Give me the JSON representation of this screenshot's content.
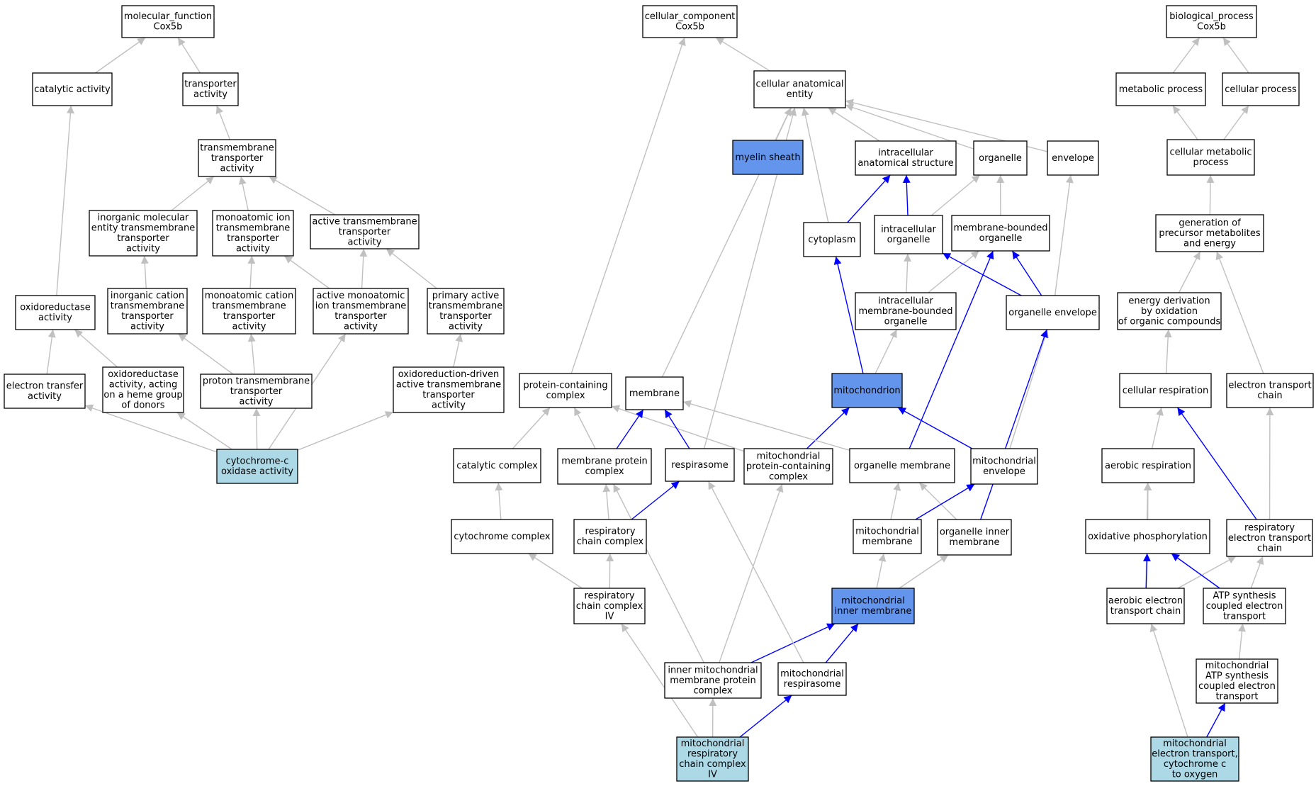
{
  "colors": {
    "node_default": "#ffffff",
    "node_highlight": "#6495ed",
    "node_annotated": "#add8e6",
    "edge_gray": "#c0c0c0",
    "edge_blue": "#0000ff",
    "border": "#000000"
  },
  "nodes": [
    {
      "id": "mf",
      "lines": [
        "molecular_function",
        "Cox5b"
      ],
      "fill": "default"
    },
    {
      "id": "cat_act",
      "lines": [
        "catalytic activity"
      ],
      "fill": "default"
    },
    {
      "id": "transp_act",
      "lines": [
        "transporter",
        "activity"
      ],
      "fill": "default"
    },
    {
      "id": "tm_transp",
      "lines": [
        "transmembrane",
        "transporter",
        "activity"
      ],
      "fill": "default"
    },
    {
      "id": "inorg_mol",
      "lines": [
        "inorganic molecular",
        "entity transmembrane",
        "transporter",
        "activity"
      ],
      "fill": "default"
    },
    {
      "id": "monoatomic_ion",
      "lines": [
        "monoatomic ion",
        "transmembrane",
        "transporter",
        "activity"
      ],
      "fill": "default"
    },
    {
      "id": "active_tm",
      "lines": [
        "active transmembrane",
        "transporter",
        "activity"
      ],
      "fill": "default"
    },
    {
      "id": "oxidored",
      "lines": [
        "oxidoreductase",
        "activity"
      ],
      "fill": "default"
    },
    {
      "id": "inorg_cation",
      "lines": [
        "inorganic cation",
        "transmembrane",
        "transporter",
        "activity"
      ],
      "fill": "default"
    },
    {
      "id": "mono_cation",
      "lines": [
        "monoatomic cation",
        "transmembrane",
        "transporter",
        "activity"
      ],
      "fill": "default"
    },
    {
      "id": "active_mono",
      "lines": [
        "active monoatomic",
        "ion transmembrane",
        "transporter",
        "activity"
      ],
      "fill": "default"
    },
    {
      "id": "primary_active",
      "lines": [
        "primary active",
        "transmembrane",
        "transporter",
        "activity"
      ],
      "fill": "default"
    },
    {
      "id": "e_transfer",
      "lines": [
        "electron transfer",
        "activity"
      ],
      "fill": "default"
    },
    {
      "id": "oxidored_heme",
      "lines": [
        "oxidoreductase",
        "activity, acting",
        "on a heme group",
        "of donors"
      ],
      "fill": "default"
    },
    {
      "id": "proton_tm",
      "lines": [
        "proton transmembrane",
        "transporter",
        "activity"
      ],
      "fill": "default"
    },
    {
      "id": "oxred_driven",
      "lines": [
        "oxidoreduction-driven",
        "active transmembrane",
        "transporter",
        "activity"
      ],
      "fill": "default"
    },
    {
      "id": "cyt_c_ox",
      "lines": [
        "cytochrome-c",
        "oxidase activity"
      ],
      "fill": "annotated"
    },
    {
      "id": "cc",
      "lines": [
        "cellular_component",
        "Cox5b"
      ],
      "fill": "default"
    },
    {
      "id": "cae",
      "lines": [
        "cellular anatomical",
        "entity"
      ],
      "fill": "default"
    },
    {
      "id": "myelin",
      "lines": [
        "myelin sheath"
      ],
      "fill": "highlight"
    },
    {
      "id": "ias",
      "lines": [
        "intracellular",
        "anatomical structure"
      ],
      "fill": "default"
    },
    {
      "id": "organelle",
      "lines": [
        "organelle"
      ],
      "fill": "default"
    },
    {
      "id": "envelope",
      "lines": [
        "envelope"
      ],
      "fill": "default"
    },
    {
      "id": "cytoplasm",
      "lines": [
        "cytoplasm"
      ],
      "fill": "default"
    },
    {
      "id": "ic_org",
      "lines": [
        "intracellular",
        "organelle"
      ],
      "fill": "default"
    },
    {
      "id": "mb_org",
      "lines": [
        "membrane-bounded",
        "organelle"
      ],
      "fill": "default"
    },
    {
      "id": "ic_mb_org",
      "lines": [
        "intracellular",
        "membrane-bounded",
        "organelle"
      ],
      "fill": "default"
    },
    {
      "id": "org_env",
      "lines": [
        "organelle envelope"
      ],
      "fill": "default"
    },
    {
      "id": "mito",
      "lines": [
        "mitochondrion"
      ],
      "fill": "highlight"
    },
    {
      "id": "pcc",
      "lines": [
        "protein-containing",
        "complex"
      ],
      "fill": "default"
    },
    {
      "id": "membrane",
      "lines": [
        "membrane"
      ],
      "fill": "default"
    },
    {
      "id": "cat_complex",
      "lines": [
        "catalytic complex"
      ],
      "fill": "default"
    },
    {
      "id": "mem_prot_cx",
      "lines": [
        "membrane protein",
        "complex"
      ],
      "fill": "default"
    },
    {
      "id": "respirasome",
      "lines": [
        "respirasome"
      ],
      "fill": "default"
    },
    {
      "id": "mito_pcc",
      "lines": [
        "mitochondrial",
        "protein-containing",
        "complex"
      ],
      "fill": "default"
    },
    {
      "id": "org_mem",
      "lines": [
        "organelle membrane"
      ],
      "fill": "default"
    },
    {
      "id": "mito_env",
      "lines": [
        "mitochondrial",
        "envelope"
      ],
      "fill": "default"
    },
    {
      "id": "cyt_cx",
      "lines": [
        "cytochrome complex"
      ],
      "fill": "default"
    },
    {
      "id": "resp_chain_cx",
      "lines": [
        "respiratory",
        "chain complex"
      ],
      "fill": "default"
    },
    {
      "id": "mito_mem",
      "lines": [
        "mitochondrial",
        "membrane"
      ],
      "fill": "default"
    },
    {
      "id": "org_inner_mem",
      "lines": [
        "organelle inner",
        "membrane"
      ],
      "fill": "default"
    },
    {
      "id": "rcc_iv",
      "lines": [
        "respiratory",
        "chain complex",
        "IV"
      ],
      "fill": "default"
    },
    {
      "id": "mito_inner_mem",
      "lines": [
        "mitochondrial",
        "inner membrane"
      ],
      "fill": "highlight"
    },
    {
      "id": "inner_mito_mpc",
      "lines": [
        "inner mitochondrial",
        "membrane protein",
        "complex"
      ],
      "fill": "default"
    },
    {
      "id": "mito_respirasome",
      "lines": [
        "mitochondrial",
        "respirasome"
      ],
      "fill": "default"
    },
    {
      "id": "mito_rcc_iv",
      "lines": [
        "mitochondrial",
        "respiratory",
        "chain complex",
        "IV"
      ],
      "fill": "annotated"
    },
    {
      "id": "bp",
      "lines": [
        "biological_process",
        "Cox5b"
      ],
      "fill": "default"
    },
    {
      "id": "metab",
      "lines": [
        "metabolic process"
      ],
      "fill": "default"
    },
    {
      "id": "cell_proc",
      "lines": [
        "cellular process"
      ],
      "fill": "default"
    },
    {
      "id": "cell_metab",
      "lines": [
        "cellular metabolic",
        "process"
      ],
      "fill": "default"
    },
    {
      "id": "gen_precursor",
      "lines": [
        "generation of",
        "precursor metabolites",
        "and energy"
      ],
      "fill": "default"
    },
    {
      "id": "energy_deriv",
      "lines": [
        "energy derivation",
        "by oxidation",
        "of organic compounds"
      ],
      "fill": "default"
    },
    {
      "id": "cell_resp",
      "lines": [
        "cellular respiration"
      ],
      "fill": "default"
    },
    {
      "id": "etc",
      "lines": [
        "electron transport",
        "chain"
      ],
      "fill": "default"
    },
    {
      "id": "aerobic_resp",
      "lines": [
        "aerobic respiration"
      ],
      "fill": "default"
    },
    {
      "id": "ox_phos",
      "lines": [
        "oxidative phosphorylation"
      ],
      "fill": "default"
    },
    {
      "id": "resp_etc",
      "lines": [
        "respiratory",
        "electron transport",
        "chain"
      ],
      "fill": "default"
    },
    {
      "id": "aerobic_etc",
      "lines": [
        "aerobic electron",
        "transport chain"
      ],
      "fill": "default"
    },
    {
      "id": "atp_coupled",
      "lines": [
        "ATP synthesis",
        "coupled electron",
        "transport"
      ],
      "fill": "default"
    },
    {
      "id": "mito_atp",
      "lines": [
        "mitochondrial",
        "ATP synthesis",
        "coupled electron",
        "transport"
      ],
      "fill": "default"
    },
    {
      "id": "mito_et_cytc",
      "lines": [
        "mitochondrial",
        "electron transport,",
        "cytochrome c",
        "to oxygen"
      ],
      "fill": "annotated"
    }
  ],
  "edges": [
    {
      "from": "cat_act",
      "to": "mf",
      "color": "gray"
    },
    {
      "from": "transp_act",
      "to": "mf",
      "color": "gray"
    },
    {
      "from": "tm_transp",
      "to": "transp_act",
      "color": "gray"
    },
    {
      "from": "inorg_mol",
      "to": "tm_transp",
      "color": "gray"
    },
    {
      "from": "monoatomic_ion",
      "to": "tm_transp",
      "color": "gray"
    },
    {
      "from": "active_tm",
      "to": "tm_transp",
      "color": "gray"
    },
    {
      "from": "oxidored",
      "to": "cat_act",
      "color": "gray"
    },
    {
      "from": "inorg_cation",
      "to": "inorg_mol",
      "color": "gray"
    },
    {
      "from": "mono_cation",
      "to": "monoatomic_ion",
      "color": "gray"
    },
    {
      "from": "active_mono",
      "to": "monoatomic_ion",
      "color": "gray"
    },
    {
      "from": "active_mono",
      "to": "active_tm",
      "color": "gray"
    },
    {
      "from": "primary_active",
      "to": "active_tm",
      "color": "gray"
    },
    {
      "from": "e_transfer",
      "to": "oxidored",
      "color": "gray"
    },
    {
      "from": "oxidored_heme",
      "to": "oxidored",
      "color": "gray"
    },
    {
      "from": "proton_tm",
      "to": "inorg_cation",
      "color": "gray"
    },
    {
      "from": "proton_tm",
      "to": "mono_cation",
      "color": "gray"
    },
    {
      "from": "oxred_driven",
      "to": "primary_active",
      "color": "gray"
    },
    {
      "from": "cyt_c_ox",
      "to": "e_transfer",
      "color": "gray"
    },
    {
      "from": "cyt_c_ox",
      "to": "oxidored_heme",
      "color": "gray"
    },
    {
      "from": "cyt_c_ox",
      "to": "proton_tm",
      "color": "gray"
    },
    {
      "from": "cyt_c_ox",
      "to": "active_mono",
      "color": "gray"
    },
    {
      "from": "cyt_c_ox",
      "to": "oxred_driven",
      "color": "gray"
    },
    {
      "from": "cae",
      "to": "cc",
      "color": "gray"
    },
    {
      "from": "pcc",
      "to": "cc",
      "color": "gray"
    },
    {
      "from": "myelin",
      "to": "cae",
      "color": "gray"
    },
    {
      "from": "ias",
      "to": "cae",
      "color": "gray"
    },
    {
      "from": "organelle",
      "to": "cae",
      "color": "gray"
    },
    {
      "from": "envelope",
      "to": "cae",
      "color": "gray"
    },
    {
      "from": "cytoplasm",
      "to": "cae",
      "color": "gray"
    },
    {
      "from": "membrane",
      "to": "cae",
      "color": "gray"
    },
    {
      "from": "respirasome",
      "to": "cae",
      "color": "gray"
    },
    {
      "from": "cytoplasm",
      "to": "ias",
      "color": "blue"
    },
    {
      "from": "ic_org",
      "to": "ias",
      "color": "blue"
    },
    {
      "from": "ic_org",
      "to": "organelle",
      "color": "gray"
    },
    {
      "from": "mb_org",
      "to": "organelle",
      "color": "gray"
    },
    {
      "from": "org_env",
      "to": "envelope",
      "color": "gray"
    },
    {
      "from": "ic_mb_org",
      "to": "ic_org",
      "color": "gray"
    },
    {
      "from": "ic_mb_org",
      "to": "mb_org",
      "color": "gray"
    },
    {
      "from": "org_env",
      "to": "ic_org",
      "color": "blue"
    },
    {
      "from": "org_env",
      "to": "mb_org",
      "color": "blue"
    },
    {
      "from": "mito",
      "to": "cytoplasm",
      "color": "blue"
    },
    {
      "from": "mito",
      "to": "ic_mb_org",
      "color": "gray"
    },
    {
      "from": "org_mem",
      "to": "mb_org",
      "color": "blue"
    },
    {
      "from": "mito_env",
      "to": "org_env",
      "color": "gray"
    },
    {
      "from": "org_inner_mem",
      "to": "org_env",
      "color": "blue"
    },
    {
      "from": "mito_pcc",
      "to": "mito",
      "color": "blue"
    },
    {
      "from": "mito_env",
      "to": "mito",
      "color": "blue"
    },
    {
      "from": "cat_complex",
      "to": "pcc",
      "color": "gray"
    },
    {
      "from": "mem_prot_cx",
      "to": "pcc",
      "color": "gray"
    },
    {
      "from": "mito_pcc",
      "to": "pcc",
      "color": "gray"
    },
    {
      "from": "mem_prot_cx",
      "to": "membrane",
      "color": "blue"
    },
    {
      "from": "respirasome",
      "to": "membrane",
      "color": "blue"
    },
    {
      "from": "org_mem",
      "to": "membrane",
      "color": "gray"
    },
    {
      "from": "cyt_cx",
      "to": "cat_complex",
      "color": "gray"
    },
    {
      "from": "resp_chain_cx",
      "to": "mem_prot_cx",
      "color": "gray"
    },
    {
      "from": "resp_chain_cx",
      "to": "respirasome",
      "color": "blue"
    },
    {
      "from": "mito_mem",
      "to": "org_mem",
      "color": "gray"
    },
    {
      "from": "org_inner_mem",
      "to": "org_mem",
      "color": "gray"
    },
    {
      "from": "mito_mem",
      "to": "mito_env",
      "color": "blue"
    },
    {
      "from": "rcc_iv",
      "to": "cyt_cx",
      "color": "gray"
    },
    {
      "from": "rcc_iv",
      "to": "resp_chain_cx",
      "color": "gray"
    },
    {
      "from": "mito_inner_mem",
      "to": "mito_mem",
      "color": "gray"
    },
    {
      "from": "mito_inner_mem",
      "to": "org_inner_mem",
      "color": "gray"
    },
    {
      "from": "inner_mito_mpc",
      "to": "mito_inner_mem",
      "color": "blue"
    },
    {
      "from": "mito_respirasome",
      "to": "mito_inner_mem",
      "color": "blue"
    },
    {
      "from": "inner_mito_mpc",
      "to": "mem_prot_cx",
      "color": "gray"
    },
    {
      "from": "inner_mito_mpc",
      "to": "mito_pcc",
      "color": "gray"
    },
    {
      "from": "mito_respirasome",
      "to": "respirasome",
      "color": "gray"
    },
    {
      "from": "mito_rcc_iv",
      "to": "rcc_iv",
      "color": "gray"
    },
    {
      "from": "mito_rcc_iv",
      "to": "inner_mito_mpc",
      "color": "gray"
    },
    {
      "from": "mito_rcc_iv",
      "to": "mito_respirasome",
      "color": "blue"
    },
    {
      "from": "metab",
      "to": "bp",
      "color": "gray"
    },
    {
      "from": "cell_proc",
      "to": "bp",
      "color": "gray"
    },
    {
      "from": "cell_metab",
      "to": "metab",
      "color": "gray"
    },
    {
      "from": "cell_metab",
      "to": "cell_proc",
      "color": "gray"
    },
    {
      "from": "gen_precursor",
      "to": "cell_metab",
      "color": "gray"
    },
    {
      "from": "energy_deriv",
      "to": "gen_precursor",
      "color": "gray"
    },
    {
      "from": "etc",
      "to": "gen_precursor",
      "color": "gray"
    },
    {
      "from": "cell_resp",
      "to": "energy_deriv",
      "color": "gray"
    },
    {
      "from": "aerobic_resp",
      "to": "cell_resp",
      "color": "gray"
    },
    {
      "from": "resp_etc",
      "to": "cell_resp",
      "color": "blue"
    },
    {
      "from": "resp_etc",
      "to": "etc",
      "color": "gray"
    },
    {
      "from": "ox_phos",
      "to": "aerobic_resp",
      "color": "gray"
    },
    {
      "from": "aerobic_etc",
      "to": "aerobic_resp",
      "color": "gray"
    },
    {
      "from": "aerobic_etc",
      "to": "ox_phos",
      "color": "blue"
    },
    {
      "from": "aerobic_etc",
      "to": "resp_etc",
      "color": "gray"
    },
    {
      "from": "atp_coupled",
      "to": "ox_phos",
      "color": "blue"
    },
    {
      "from": "atp_coupled",
      "to": "resp_etc",
      "color": "gray"
    },
    {
      "from": "mito_atp",
      "to": "atp_coupled",
      "color": "gray"
    },
    {
      "from": "mito_et_cytc",
      "to": "mito_atp",
      "color": "blue"
    },
    {
      "from": "mito_et_cytc",
      "to": "aerobic_etc",
      "color": "gray"
    }
  ]
}
